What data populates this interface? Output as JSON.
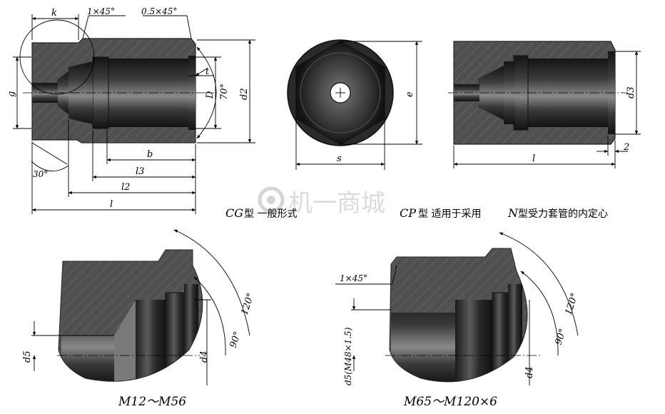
{
  "views": {
    "cg_side": {
      "caption_code": "CG",
      "caption_text": "型  一般形式",
      "labels": {
        "k": "k",
        "chamfer_small": "1×45°",
        "chamfer_right": "0.5×45°",
        "g": "g",
        "t": "t",
        "D": "D",
        "angle70": "70°",
        "d2": "d2",
        "angle30": "30°",
        "b": "b",
        "l3": "l3",
        "l2": "l2",
        "l": "l"
      }
    },
    "end_view": {
      "labels": {
        "e": "e",
        "s": "s"
      }
    },
    "cp_side": {
      "caption_code": "CP",
      "caption_text": "型  适用于采用",
      "caption_code2": "N",
      "caption_text2": "型受力套管的内定心",
      "labels": {
        "d3": "d3",
        "l": "l",
        "two": "2"
      }
    },
    "detail_small": {
      "caption": "M12～M56",
      "labels": {
        "d5": "d5",
        "d4": "d4",
        "angle120": "120°",
        "angle90": "90°"
      }
    },
    "detail_large": {
      "caption": "M65～M120×6",
      "labels": {
        "chamfer": "1×45°",
        "d5": "d5(M48×1.5)",
        "d4": "d4",
        "angle120": "120°",
        "angle90": "90°"
      }
    }
  },
  "watermark": "机一商城",
  "colors": {
    "body": "#4a4a4a",
    "dark": "#1a1a1a",
    "bore": "#2b2b2b",
    "hatch": "#6a6a6a"
  }
}
